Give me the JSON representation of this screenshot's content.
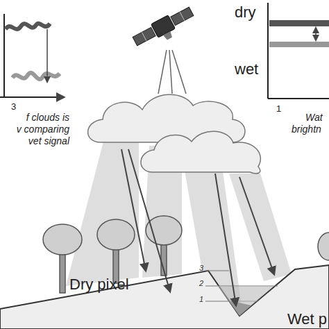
{
  "diagram": {
    "labels": [
      "3",
      "f clouds is",
      "v comparing",
      "vet signal",
      "dry",
      "wet",
      "1",
      "Wat",
      "brightn",
      "Dry pixel",
      "Wet p",
      "3",
      "2",
      "1"
    ]
  }
}
